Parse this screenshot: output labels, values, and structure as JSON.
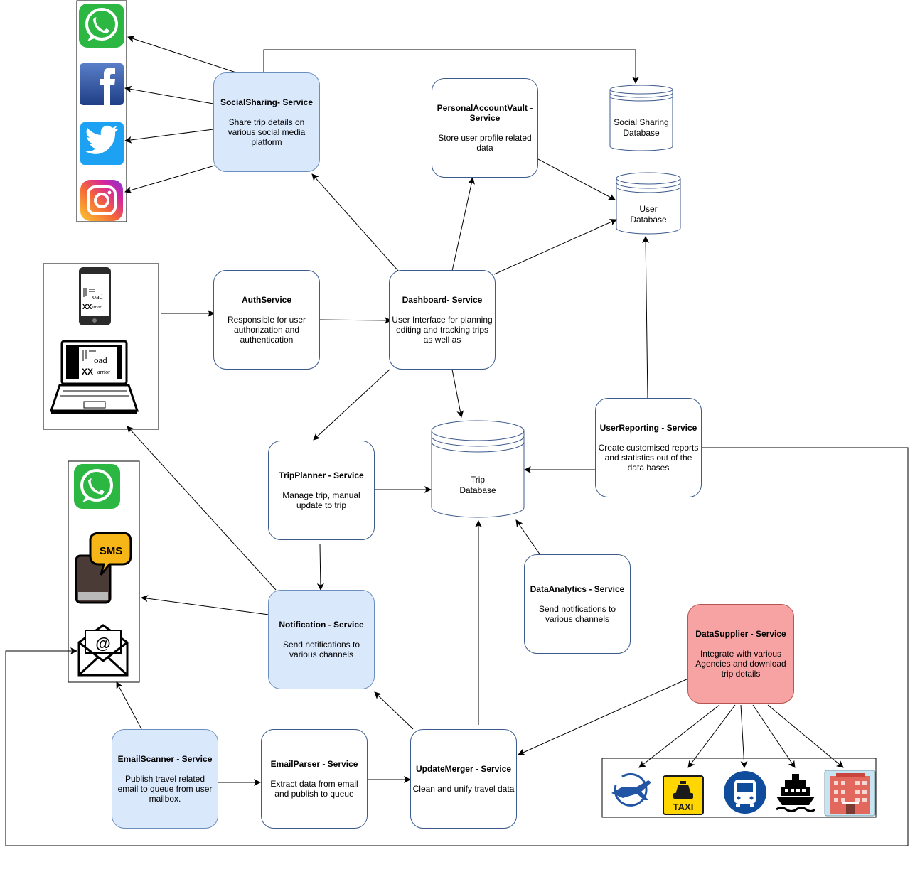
{
  "services": {
    "social_sharing": {
      "title": "SocialSharing- Service",
      "desc": "Share trip details on various social media platform"
    },
    "account_vault": {
      "title": "PersonalAccountVault - Service",
      "desc": "Store user profile related data"
    },
    "auth": {
      "title": "AuthService",
      "desc": "Responsible for user authorization and authentication"
    },
    "dashboard": {
      "title": "Dashboard- Service",
      "desc": "User Interface for planning editing and tracking trips as well as"
    },
    "trip_planner": {
      "title": "TripPlanner - Service",
      "desc": "Manage trip, manual update to trip"
    },
    "user_reporting": {
      "title": "UserReporting - Service",
      "desc": "Create customised reports and statistics out of the data bases"
    },
    "data_analytics": {
      "title": "DataAnalytics - Service",
      "desc": "Send notifications to various channels"
    },
    "notification": {
      "title": "Notification - Service",
      "desc": "Send notifications to various channels"
    },
    "data_supplier": {
      "title": "DataSupplier - Service",
      "desc": "Integrate with various Agencies and download trip details"
    },
    "email_scanner": {
      "title": "EmailScanner - Service",
      "desc": "Publish travel related email to queue from user mailbox."
    },
    "email_parser": {
      "title": "EmailParser - Service",
      "desc": "Extract data from email and publish to queue"
    },
    "update_merger": {
      "title": "UpdateMerger - Service",
      "desc": "Clean and unify travel data"
    }
  },
  "databases": {
    "social": "Social Sharing Database",
    "user": "User Database",
    "trip": "Trip Database"
  },
  "device_logo": {
    "line1": "oad",
    "line2": "arrior"
  },
  "sms_label": "SMS",
  "taxi_label": "TAXI",
  "colors": {
    "service_blue": "#dae8fc",
    "service_red": "#f8a3a3",
    "whatsapp": "#2cb742",
    "facebook": "#3b5998",
    "twitter": "#1da1f2",
    "instagram": "#d6249f",
    "taxi": "#ffd600",
    "bus": "#0f4c9c"
  }
}
